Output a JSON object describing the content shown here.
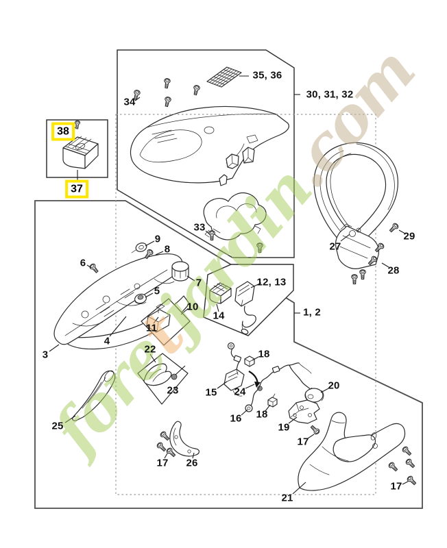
{
  "watermark": {
    "part1": "fore",
    "part2": "t",
    "part3": "jardin",
    "part4": ".com"
  },
  "colors": {
    "highlight_yellow": "#ffe600",
    "line": "#2a2a2a",
    "box_border": "#4c4c4c",
    "dotted_border": "#9b9b9b",
    "watermark_green": "#a3cb5c",
    "watermark_orange": "#f2b776",
    "watermark_tan": "#c5b496"
  },
  "labels": {
    "n38": "38",
    "n37": "37",
    "n34": "34",
    "n35_36": "35, 36",
    "n30_31_32": "30, 31, 32",
    "n33": "33",
    "n9": "9",
    "n8": "8",
    "n6": "6",
    "n7": "7",
    "n5": "5",
    "n10": "10",
    "n11": "11",
    "n4": "4",
    "n3": "3",
    "n22": "22",
    "n23": "23",
    "n12_13": "12, 13",
    "n14": "14",
    "n15": "15",
    "n18_upper": "18",
    "n24": "24",
    "n16": "16",
    "n18_lower": "18",
    "n19": "19",
    "n17_bracket": "17",
    "n20": "20",
    "n21": "21",
    "n26": "26",
    "n17_guard": "17",
    "n17_rear": "17",
    "n25": "25",
    "n27": "27",
    "n29": "29",
    "n28": "28",
    "n1_2": "1, 2"
  }
}
